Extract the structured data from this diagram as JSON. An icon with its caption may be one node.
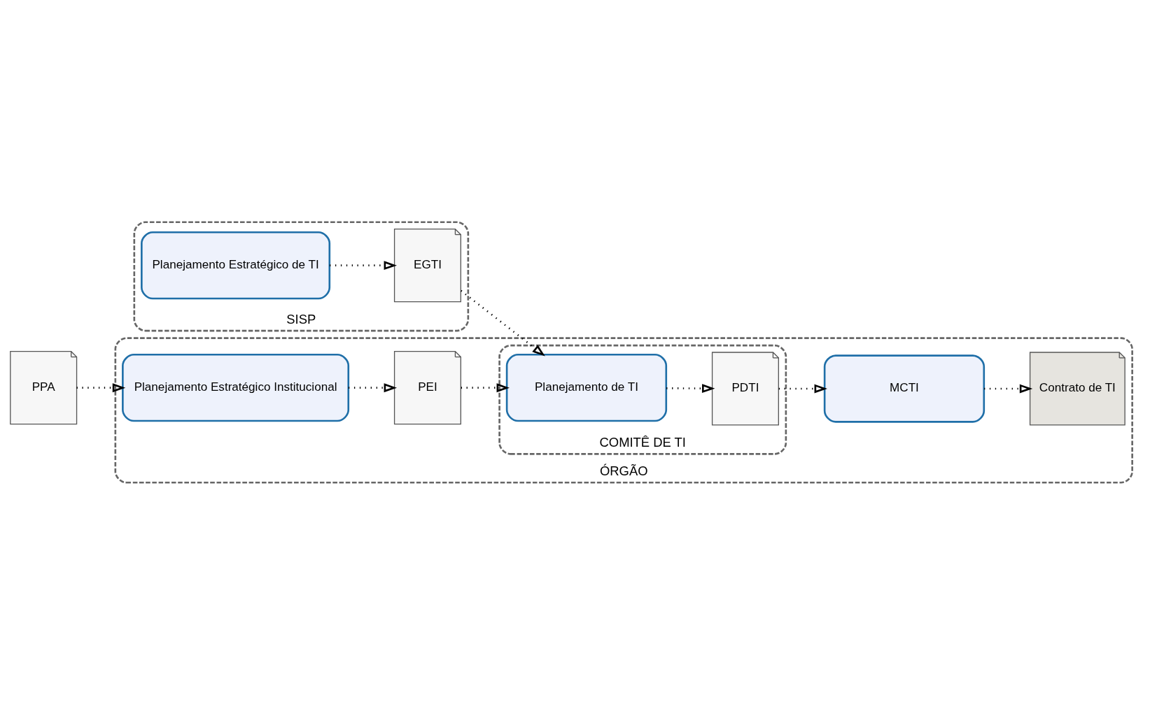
{
  "diagram": {
    "nodes": [
      {
        "text": [
          "SISP"
        ]
      },
      {
        "text": [
          "Planejamento Estratégico de TI"
        ],
        "in": 0
      },
      {
        "text": [
          "EGTI"
        ],
        "in": 0
      },
      {
        "text": [
          "ÓRGÃO"
        ]
      },
      {
        "text": [
          "PPA"
        ]
      },
      {
        "text": [
          "PEI"
        ],
        "in": 3
      },
      {
        "text": [
          "Planejamento Estratégico Institucional"
        ],
        "in": 3
      },
      {
        "text": [
          "COMITÊ DE TI"
        ],
        "in": 3
      },
      {
        "text": [
          "Planejamento de TI"
        ],
        "in": 7
      },
      {
        "text": [
          "PDTI"
        ],
        "in": 7
      },
      {
        "text": [
          "MCTI"
        ],
        "in": 3
      },
      {
        "text": [
          "Contrato de TI"
        ],
        "in": 3
      }
    ],
    "edges": [
      {
        "from": 1,
        "to": 2,
        "arrow": "to"
      },
      {
        "from": 2,
        "to": 8,
        "arrow": "to"
      },
      {
        "from": 4,
        "to": 6,
        "arrow": "to"
      },
      {
        "from": 6,
        "to": 5,
        "arrow": "to"
      },
      {
        "from": 5,
        "to": 8,
        "arrow": "to"
      },
      {
        "from": 8,
        "to": 9,
        "arrow": "to"
      },
      {
        "from": 9,
        "to": 10,
        "arrow": "to"
      },
      {
        "from": 10,
        "to": 11,
        "arrow": "to"
      }
    ]
  }
}
